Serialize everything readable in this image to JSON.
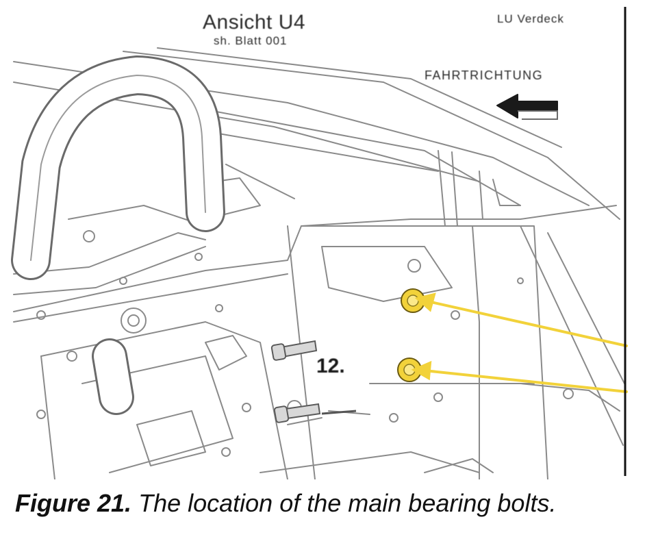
{
  "drawing": {
    "view_title": "Ansicht U4",
    "sheet_ref": "sh. Blatt 001",
    "area_label": "LU Verdeck",
    "direction_label": "FAHRTRICHTUNG",
    "callout_number": "12.",
    "icons": [
      "direction-arrow-icon"
    ],
    "arrow_color": "#f2d23a"
  },
  "caption": {
    "label": "Figure 21.",
    "text": "The location of the main bearing bolts."
  }
}
